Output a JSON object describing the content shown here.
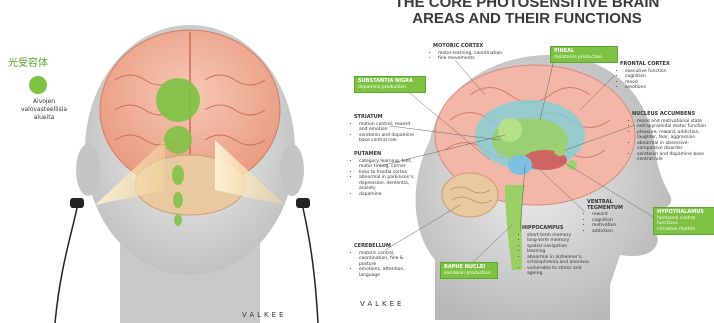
{
  "left": {
    "legend_title": "光受容体",
    "legend_text": "Aivojen valovasteellisia alueita",
    "brand": "VALKEE"
  },
  "right": {
    "title_line1": "THE CORE PHOTOSENSITIVE BRAIN",
    "title_line2": "AREAS AND THEIR FUNCTIONS",
    "brand": "VALKEE",
    "regions": {
      "substantia_nigra": {
        "heading": "SUBSTANTIA NIGRA",
        "items": [
          "dopamine production"
        ]
      },
      "motoric_cortex": {
        "heading": "MOTORIC CORTEX",
        "items": [
          "motor-learning, coordination",
          "fine movements"
        ]
      },
      "pineal": {
        "heading": "PINEAL",
        "items": [
          "melatonin production"
        ]
      },
      "frontal_cortex": {
        "heading": "FRONTAL CORTEX",
        "items": [
          "executive function",
          "cognition",
          "mood",
          "emotions"
        ]
      },
      "striatum": {
        "heading": "STRIATUM",
        "items": [
          "motion control, reward and emotion",
          "serotonin and dopamine base central role"
        ]
      },
      "nucleus_accumbens": {
        "heading": "NUCLEUS ACCUMBENS",
        "items": [
          "mood and motivational state",
          "extrapyramidal motor function",
          "pleasure, reward, addiction, laughter, fear, aggression",
          "abnormal in obsessive-compulsive disorder",
          "serotonin and dopamine base central role"
        ]
      },
      "putamen": {
        "heading": "PUTAMEN",
        "items": [
          "category learning, feet, motor timing, corner",
          "links to frontal cortex",
          "abnormal in parkinson's, depression, dementia, anxiety",
          "dopamine"
        ]
      },
      "ventral_tegmentum": {
        "heading": "VENTRAL TEGMENTUM",
        "items": [
          "reward",
          "cognition",
          "motivation",
          "addiction"
        ]
      },
      "hypothalamus": {
        "heading": "HYPOTHALAMUS",
        "items": [
          "hormonal control functions",
          "circadian rhythm"
        ]
      },
      "hippocampus": {
        "heading": "HIPPOCAMPUS",
        "items": [
          "short-term memory",
          "long-term memory",
          "spatial navigation",
          "learning",
          "abnormal in alzheimer's, schizophrenia and anorexia",
          "vulnerable to stress and ageing"
        ]
      },
      "cerebellum": {
        "heading": "CEREBELLUM",
        "items": [
          "motoric control, coordination, fine & posture",
          "emotions, attention, language"
        ]
      },
      "raphe_nuclei": {
        "heading": "RAPHE NUCLEI",
        "items": [
          "serotonin production"
        ]
      }
    }
  }
}
